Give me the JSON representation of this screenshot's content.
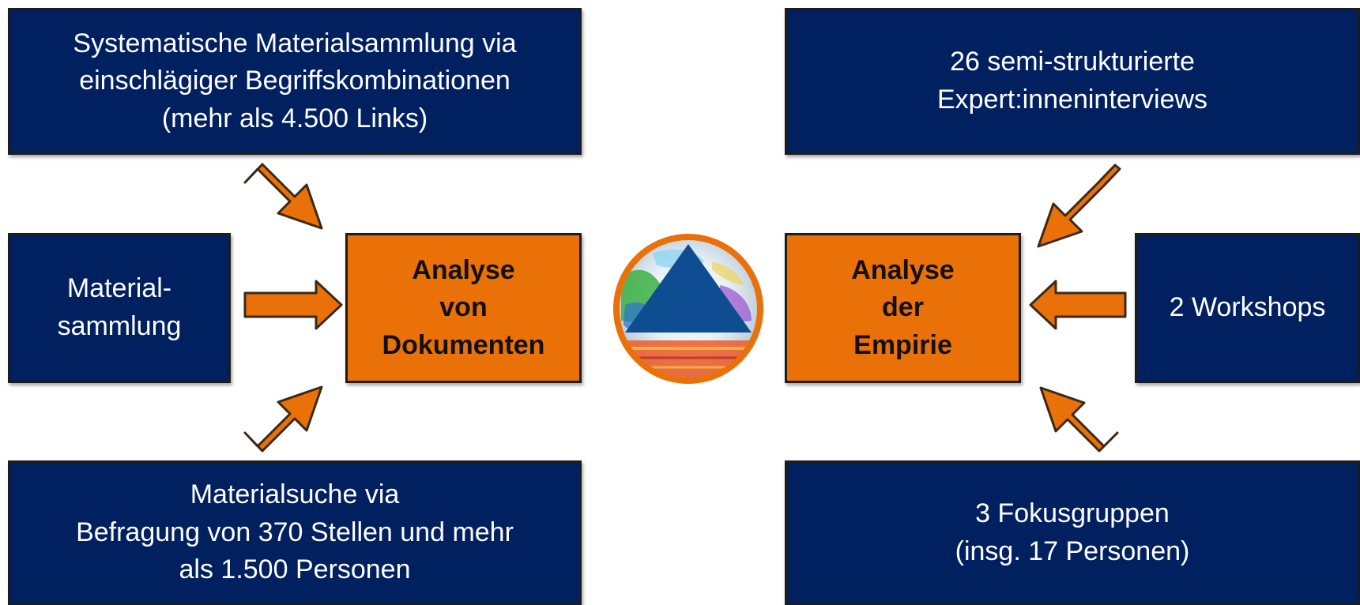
{
  "left": {
    "top_source": {
      "lines": [
        "Systematische Materialsammlung via",
        "einschlägiger Begriffskombinationen",
        "(mehr als 4.500 Links)"
      ]
    },
    "middle_source": {
      "lines": [
        "Material-",
        "sammlung"
      ]
    },
    "bottom_source": {
      "lines": [
        "Materialsuche via",
        "Befragung von 370 Stellen und mehr",
        "als 1.500 Personen"
      ]
    },
    "target": {
      "lines": [
        "Analyse",
        "von",
        "Dokumenten"
      ]
    }
  },
  "right": {
    "top_source": {
      "lines": [
        "26 semi-strukturierte",
        "Expert:inneninterviews"
      ]
    },
    "middle_source": {
      "lines": [
        "2 Workshops"
      ]
    },
    "bottom_source": {
      "lines": [
        "3 Fokusgruppen",
        "(insg. 17 Personen)"
      ]
    },
    "target": {
      "lines": [
        "Analyse",
        "der",
        "Empirie"
      ]
    }
  },
  "colors": {
    "source_box": "#002060",
    "target_box": "#ea7008",
    "arrow_fill": "#ea7008",
    "emblem_triangle": "#0f4d92"
  },
  "emblem": {
    "icon": "triangle-globe-logo-icon"
  }
}
